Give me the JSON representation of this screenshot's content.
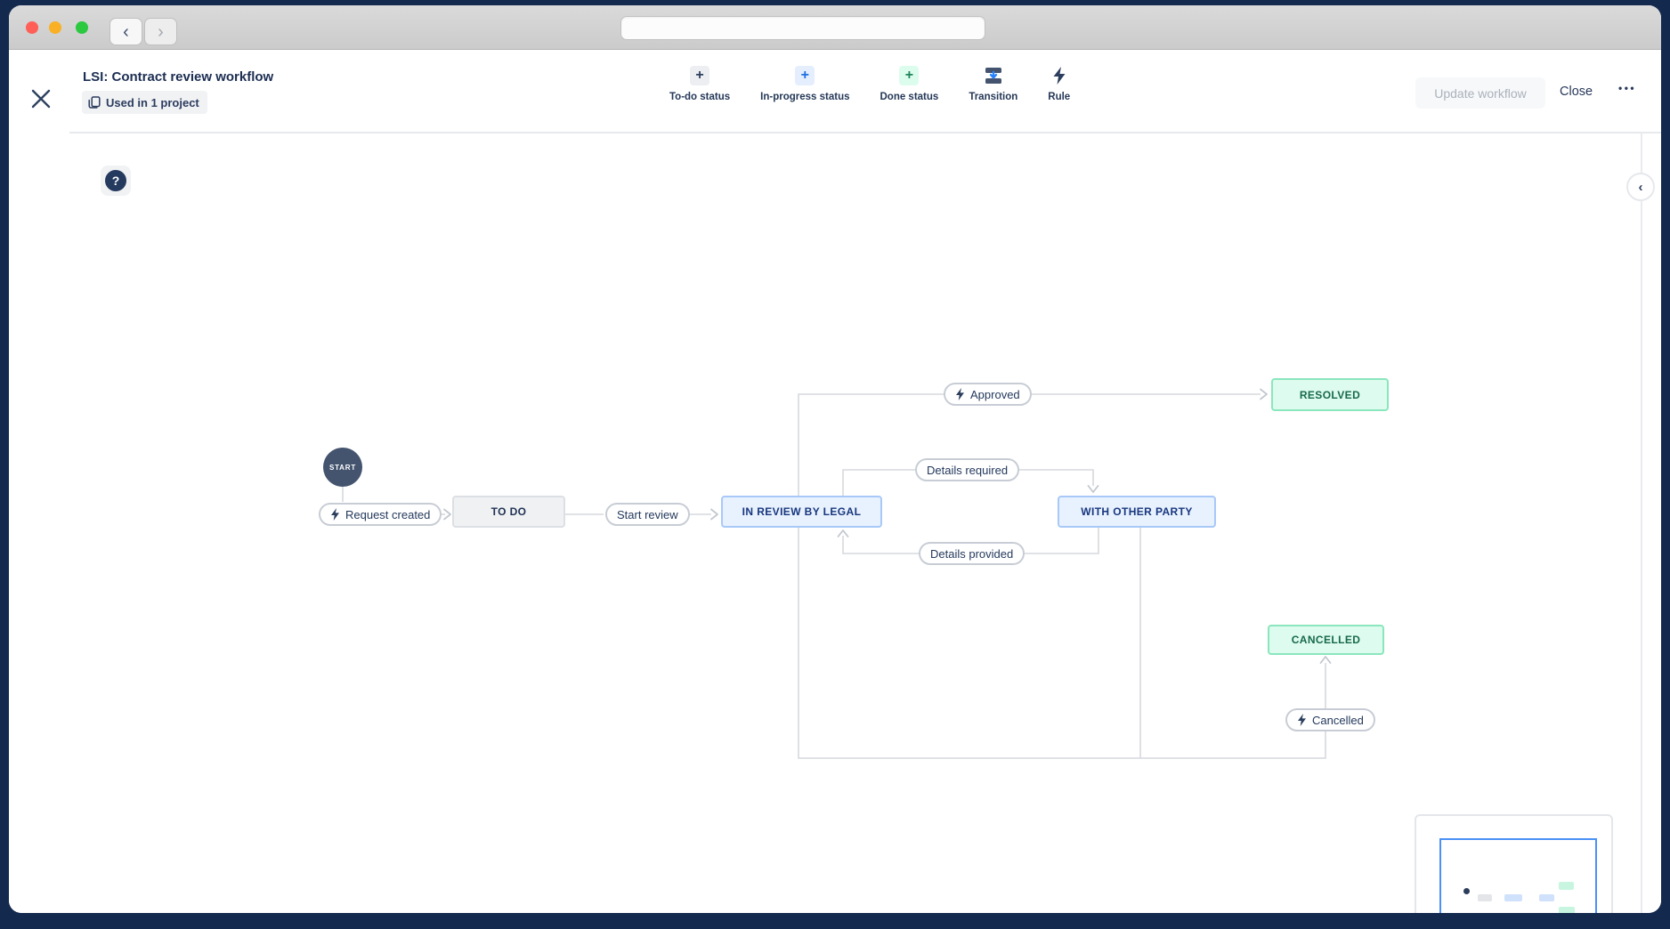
{
  "browser": {
    "back_glyph": "‹",
    "forward_glyph": "›"
  },
  "header": {
    "title": "LSI: Contract review workflow",
    "badge": "Used in 1 project",
    "update_button": "Update workflow",
    "close_button": "Close",
    "more_button": "•••",
    "toolbar": [
      {
        "label": "To-do status",
        "icon": "plus",
        "style": "todo"
      },
      {
        "label": "In-progress status",
        "icon": "plus",
        "style": "inprogress"
      },
      {
        "label": "Done status",
        "icon": "plus",
        "style": "done"
      },
      {
        "label": "Transition",
        "icon": "transition-icon",
        "style": "plain"
      },
      {
        "label": "Rule",
        "icon": "lightning-icon",
        "style": "plain"
      }
    ],
    "plus_glyph": "+"
  },
  "canvas": {
    "help_glyph": "?",
    "collapse_glyph": "‹"
  },
  "diagram": {
    "start_label": "START",
    "statuses": [
      {
        "label": "TO DO",
        "category": "todo"
      },
      {
        "label": "IN REVIEW BY LEGAL",
        "category": "in-progress"
      },
      {
        "label": "WITH OTHER PARTY",
        "category": "in-progress"
      },
      {
        "label": "RESOLVED",
        "category": "done"
      },
      {
        "label": "CANCELLED",
        "category": "done"
      }
    ],
    "transitions": [
      {
        "label": "Request created",
        "has_rule": true
      },
      {
        "label": "Start review",
        "has_rule": false
      },
      {
        "label": "Approved",
        "has_rule": true
      },
      {
        "label": "Details required",
        "has_rule": false
      },
      {
        "label": "Details provided",
        "has_rule": false
      },
      {
        "label": "Cancelled",
        "has_rule": true
      }
    ]
  },
  "colors": {
    "frame": "#13294e",
    "todo_bg": "#f0f1f3",
    "inprogress_bg": "#e8f1fe",
    "done_bg": "#ddfbee",
    "connector": "#d6d9dd",
    "accent_blue": "#1d6fe0",
    "accent_green": "#1f845a",
    "navy_text": "#253858"
  }
}
